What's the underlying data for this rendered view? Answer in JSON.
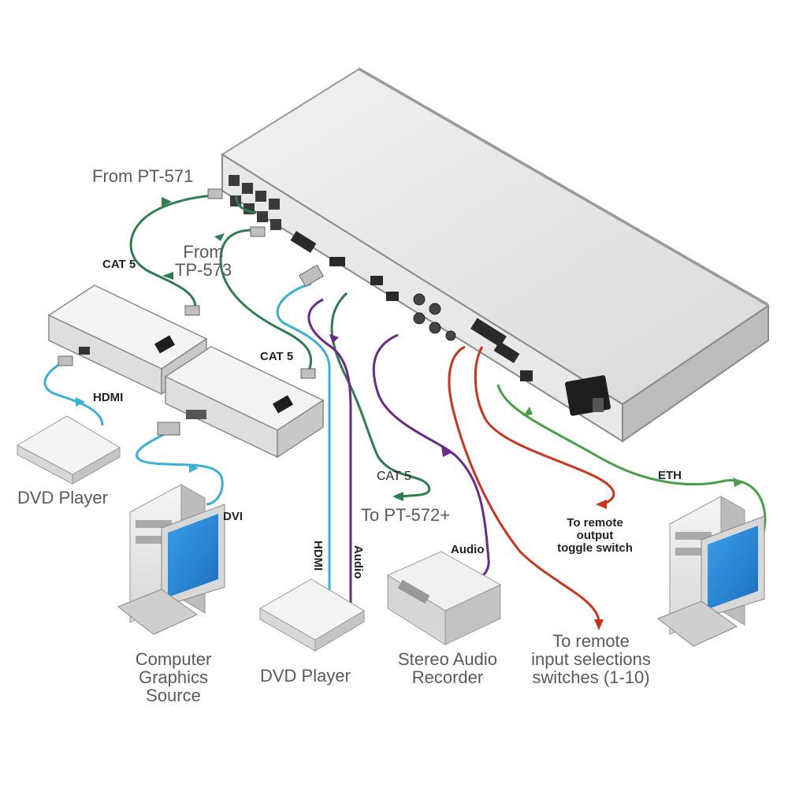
{
  "labels": {
    "from_pt571": "From PT-571",
    "from_tp573_l1": "From",
    "from_tp573_l2": "TP-573",
    "cat5_a": "CAT 5",
    "cat5_b": "CAT 5",
    "cat5_c": "CAT 5",
    "to_pt572": "To PT-572+",
    "hdmi_top": "HDMI",
    "dvi": "DVI",
    "hdmi_vertical": "HDMI",
    "audio_vertical": "Audio",
    "audio": "Audio",
    "eth": "ETH",
    "dvd_player_left": "DVD Player",
    "dvd_player_center": "DVD Player",
    "computer_source_l1": "Computer",
    "computer_source_l2": "Graphics",
    "computer_source_l3": "Source",
    "stereo_recorder_l1": "Stereo Audio",
    "stereo_recorder_l2": "Recorder",
    "remote_output_l1": "To remote",
    "remote_output_l2": "output",
    "remote_output_l3": "toggle switch",
    "remote_input_l1": "To remote",
    "remote_input_l2": "input selections",
    "remote_input_l3": "switches (1-10)"
  },
  "colors": {
    "cat5": "#2e7d4f",
    "hdmi": "#3ab0d8",
    "audio": "#6a2b86",
    "remote": "#c9341f",
    "eth": "#4aa04a",
    "chassis": "#e4e4e4"
  }
}
